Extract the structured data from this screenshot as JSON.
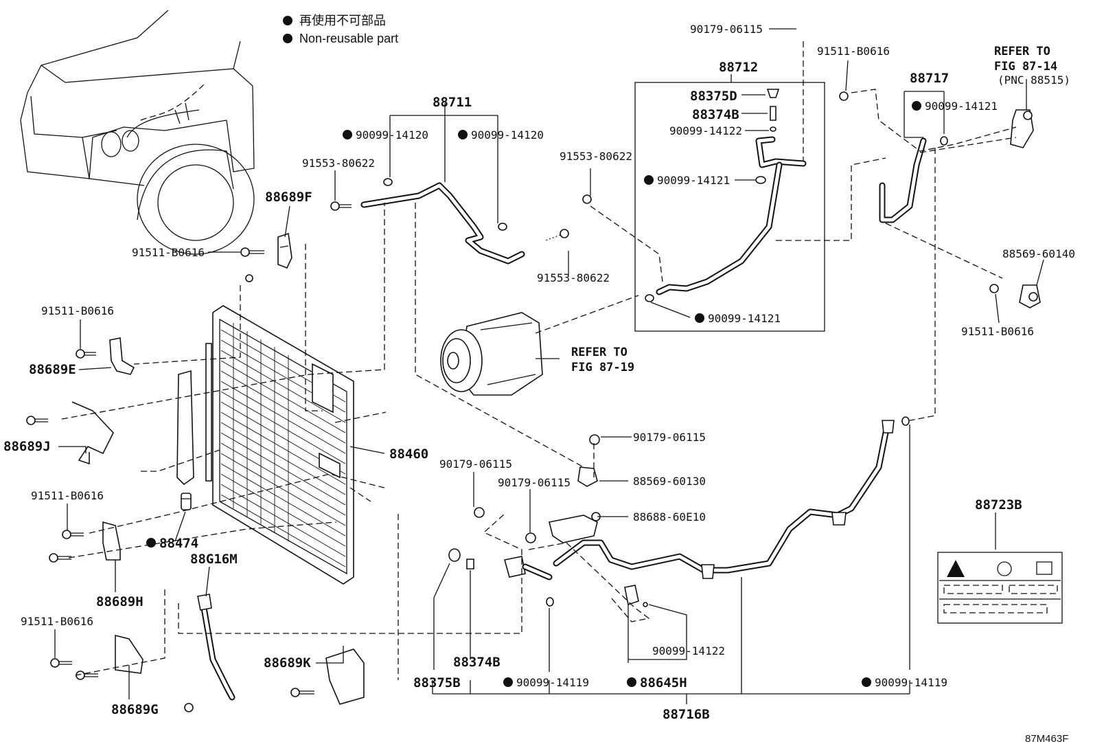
{
  "legend": {
    "jp": "再使用不可部品",
    "en": "Non-reusable part"
  },
  "labels": {
    "p88711": "88711",
    "p90099_14120_a": "90099-14120",
    "p90099_14120_b": "90099-14120",
    "p91553_80622_a": "91553-80622",
    "p91553_80622_b": "91553-80622",
    "p91553_80622_c": "91553-80622",
    "p88689F": "88689F",
    "p91511_B0616_a": "91511-B0616",
    "p91511_B0616_b": "91511-B0616",
    "p91511_B0616_c": "91511-B0616",
    "p91511_B0616_d": "91511-B0616",
    "p91511_B0616_e": "91511-B0616",
    "p91511_B0616_f": "91511-B0616",
    "p88689E": "88689E",
    "p88689J": "88689J",
    "p88474": "88474",
    "p88689H": "88689H",
    "p88G16M": "88G16M",
    "p88689G": "88689G",
    "p88689K": "88689K",
    "p88460": "88460",
    "p90179_06115_a": "90179-06115",
    "p90179_06115_b": "90179-06115",
    "p90179_06115_c": "90179-06115",
    "p90179_06115_d": "90179-06115",
    "p88712": "88712",
    "p88375D": "88375D",
    "p88374B_a": "88374B",
    "p90099_14122_a": "90099-14122",
    "p90099_14122_b": "90099-14122",
    "p90099_14121_a": "90099-14121",
    "p90099_14121_b": "90099-14121",
    "p90099_14121_c": "90099-14121",
    "p88717": "88717",
    "p88569_60140": "88569-60140",
    "p88569_60130": "88569-60130",
    "p88688_60E10": "88688-60E10",
    "p88723B": "88723B",
    "p88374B_b": "88374B",
    "p88375B": "88375B",
    "p90099_14119_a": "90099-14119",
    "p90099_14119_b": "90099-14119",
    "p88645H": "88645H",
    "p88716B": "88716B",
    "ref_fig_87_14_a": "REFER TO",
    "ref_fig_87_14_b": "FIG 87-14",
    "ref_fig_87_14_c": "(PNC 88515)",
    "ref_fig_87_19_a": "REFER TO",
    "ref_fig_87_19_b": "FIG 87-19",
    "fig_code": "87M463F"
  }
}
